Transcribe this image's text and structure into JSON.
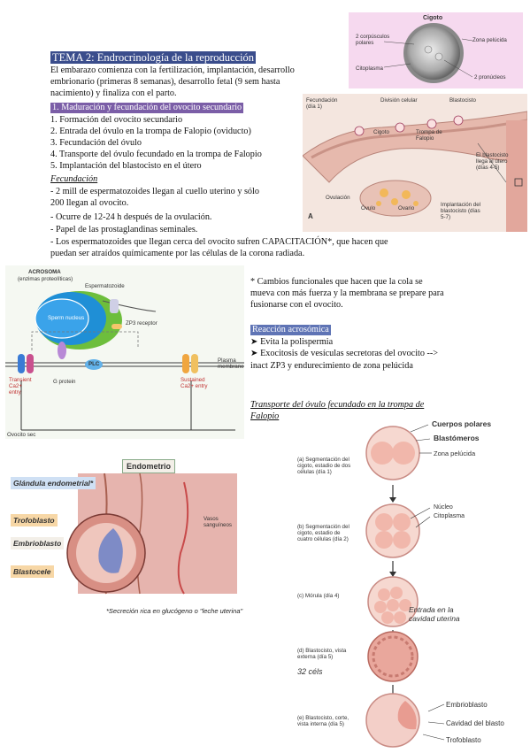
{
  "title": "TEMA 2: Endrocrinología de la reproducción",
  "intro": [
    "El embarazo comienza con la fertilización, implantación, desarrollo",
    "embrionario (primeras 8 semanas), desarrollo fetal (9 sem hasta",
    "nacimiento) y finaliza con el parto."
  ],
  "section1_heading": "1. Maduración y fecundación del ovocito secundario",
  "steps": [
    "1. Formación del ovocito secundario",
    "2. Entrada del óvulo en la trompa de Falopio (oviducto)",
    "3. Fecundación del óvulo",
    "4. Transporte del óvulo fecundado en la trompa de Falopio",
    "5. Implantación del blastocisto en el útero"
  ],
  "fecundacion_heading": "Fecundación",
  "fecundacion_points": [
    "- 2 mill de espermatozoides llegan al cuello uterino y sólo",
    "200 llegan al ovocito.",
    "- Ocurre de 12-24 h después de la ovulación.",
    "- Papel de las prostaglandinas seminales.",
    "- Los espermatozoides que llegan cerca del ovocito sufren CAPACITACIÓN*, que hacen que",
    "puedan ser atraídos químicamente por las células de la corona radiada."
  ],
  "capacitacion_note": [
    "* Cambios funcionales que hacen que la cola se",
    "mueva con más fuerza y la membrana se prepare para",
    "fusionarse con el ovocito."
  ],
  "reaccion_heading": "Reacción acrosómica",
  "reaccion_points": [
    "➤ Evita la polispermia",
    "➤ Exocitosis de vesículas secretoras del ovocito -->",
    "inact ZP3 y endurecimiento de zona pelúcida"
  ],
  "transporte_heading": [
    "Transporte del óvulo fecundado en la trompa de",
    "Falopio"
  ],
  "cigoto_fig": {
    "title": "Cigoto",
    "labels": [
      "2 corpúsculos polares",
      "Zona pelúcida",
      "Citoplasma",
      "2 pronúcleos"
    ]
  },
  "tube_fig": {
    "labels": [
      "Fecundación (día 1)",
      "División celular",
      "Blastocisto",
      "Cigoto",
      "Trompa de Falopio",
      "El blastocisto llega al útero (días 4-5)",
      "Ovulación",
      "Óvulo",
      "Ovario",
      "Implantación del blastocisto (días 5-7)",
      "A"
    ]
  },
  "sperm_fig": {
    "labels": [
      "ACROSOMA",
      "(enzimas proteolíticas)",
      "Espermatozoide",
      "Sperm nucleus",
      "ZP3 receptor",
      "Plasma membrane",
      "Transient Ca2+ entry",
      "G protein",
      "PLC",
      "Sustained Ca2+ entry",
      "Ovocito sec"
    ]
  },
  "implant_fig": {
    "labels": [
      "Endometrio",
      "Glándula endometrial*",
      "Trofoblasto",
      "Embrioblasto",
      "Blastocele",
      "Vasos sanguíneos"
    ],
    "caption": "*Secreción rica en glucógeno o \"leche uterina\""
  },
  "stages_fig": {
    "labels": [
      "Cuerpos polares",
      "Blastómeros",
      "Zona pelúcida",
      "Núcleo",
      "Citoplasma",
      "Entrada en la cavidad uterina",
      "32 céls",
      "Embrioblasto",
      "Cavidad del blasto",
      "Trofoblasto"
    ],
    "stages": [
      "(a) Segmentación del cigoto, estadio de dos células (día 1)",
      "(b) Segmentación del cigoto, estadio de cuatro células (día 2)",
      "(c) Mórula (día 4)",
      "(d) Blastocisto, vista externa (día 5)",
      "(e) Blastocisto, corte, vista interna (día 5)"
    ]
  }
}
